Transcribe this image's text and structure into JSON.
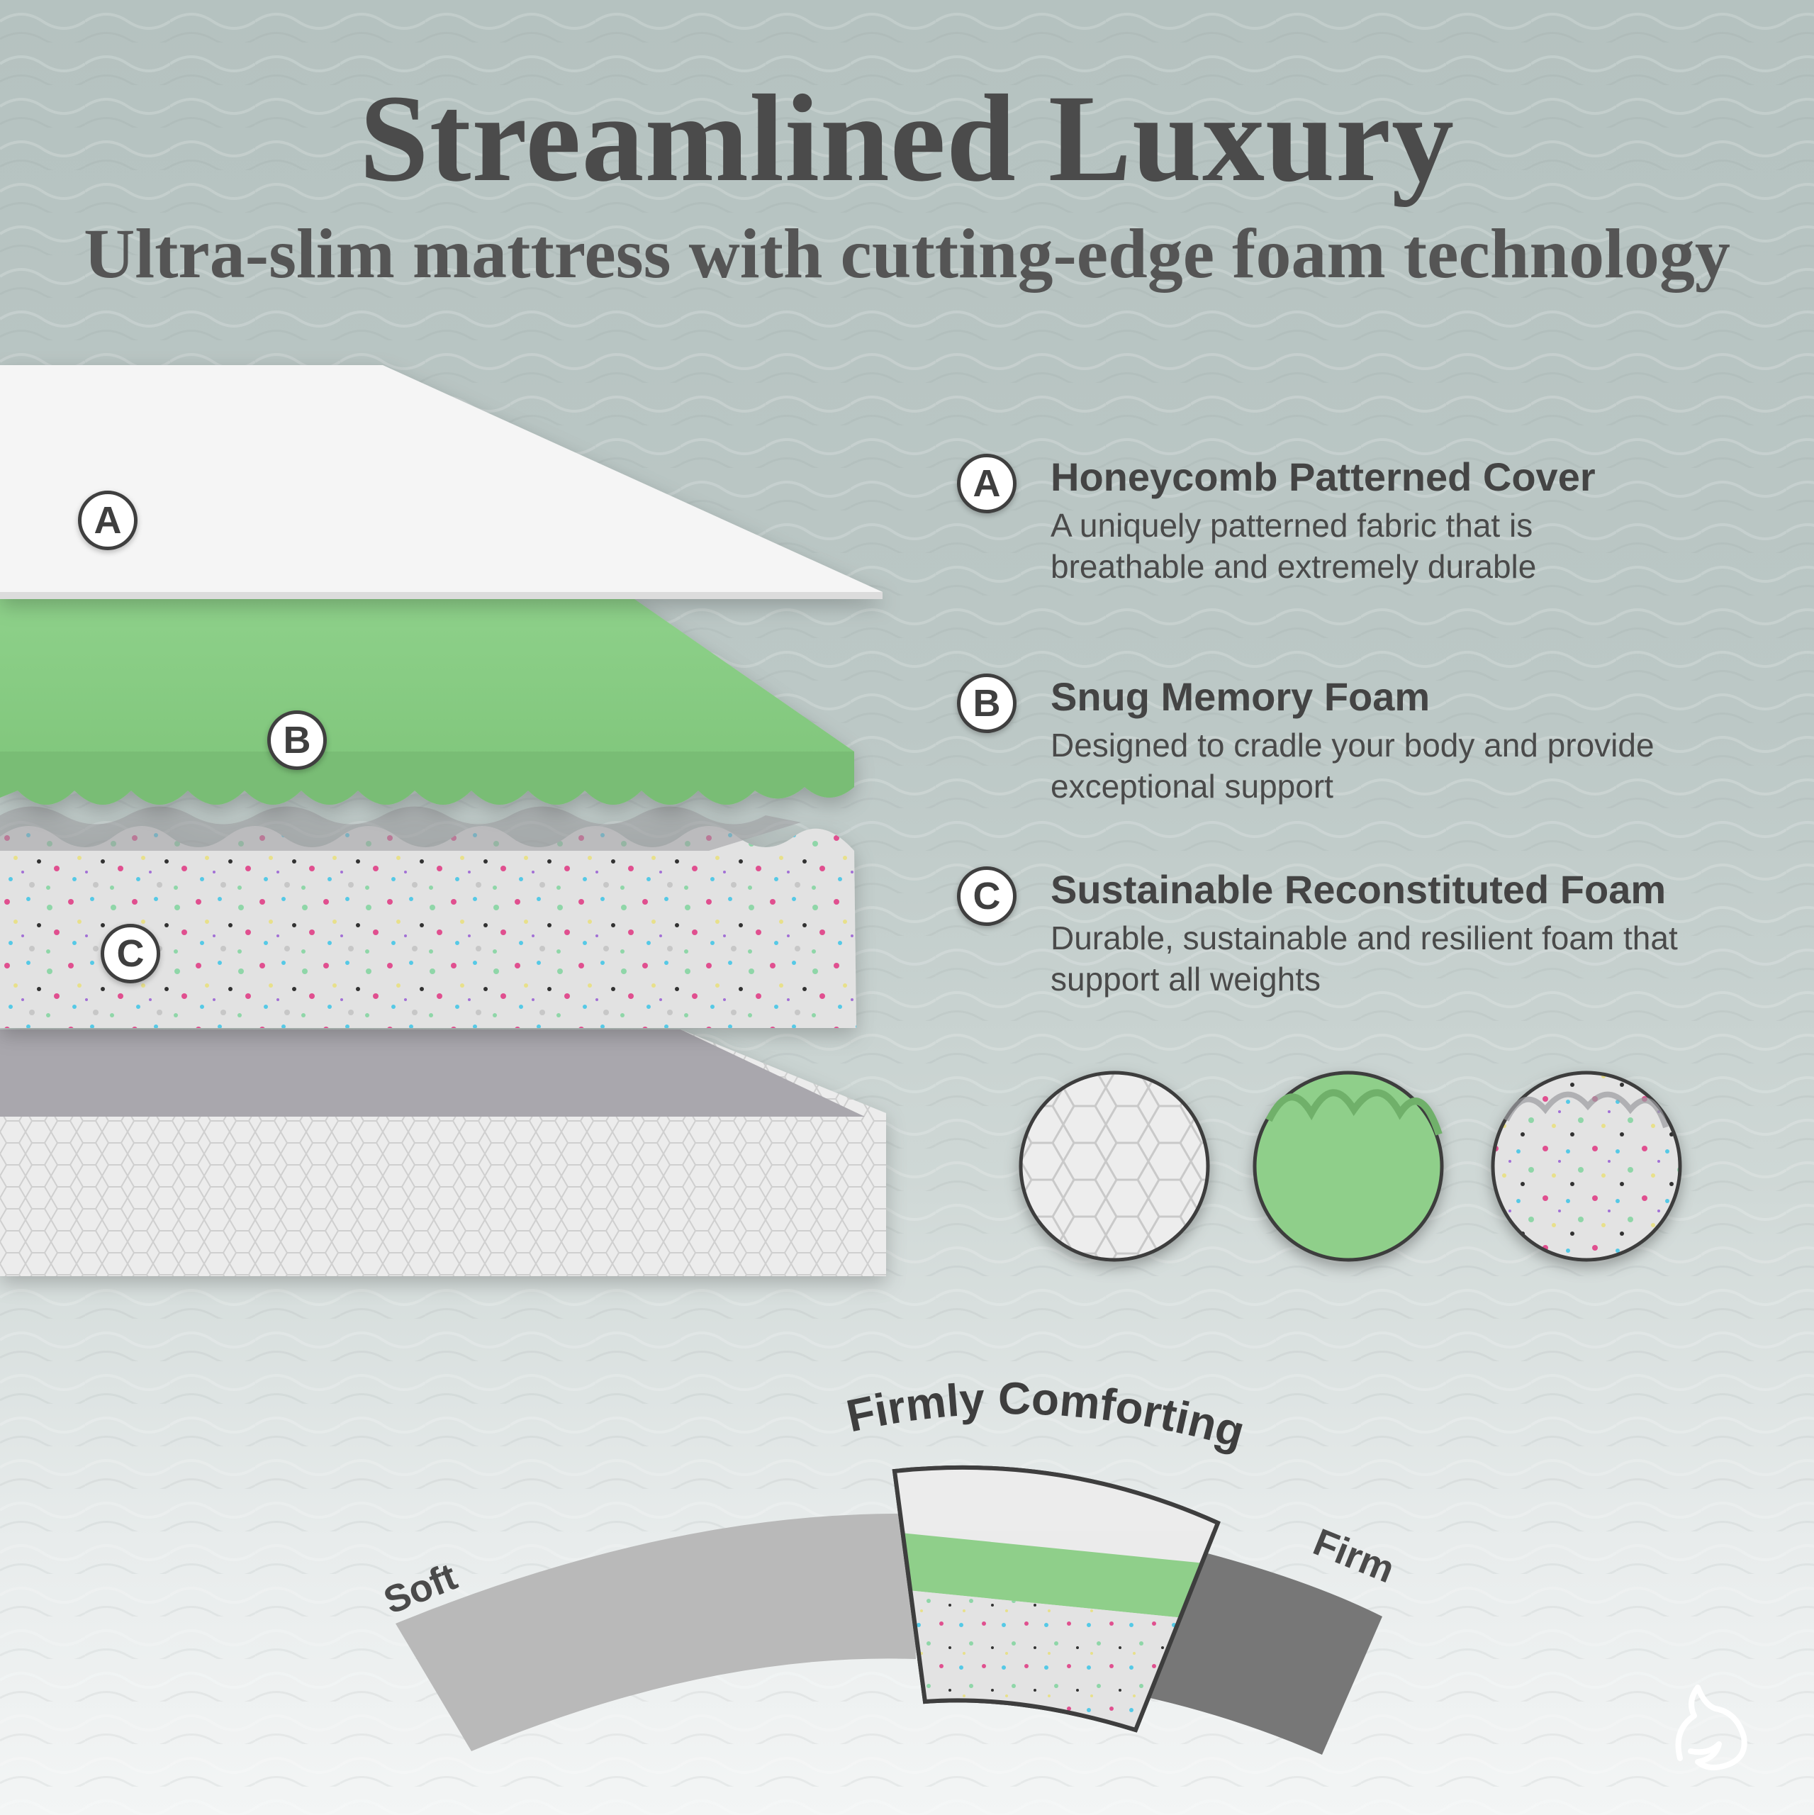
{
  "header": {
    "title": "Streamlined Luxury",
    "subtitle": "Ultra-slim mattress with cutting-edge foam technology"
  },
  "layers": [
    {
      "marker": "A",
      "name": "Honeycomb Patterned Cover",
      "description": "A uniquely patterned fabric that is breathable and extremely durable",
      "color": "#f4f4f4"
    },
    {
      "marker": "B",
      "name": "Snug Memory Foam",
      "description": "Designed to cradle your body and provide exceptional support",
      "color": "#8fcf8a"
    },
    {
      "marker": "C",
      "name": "Sustainable Reconstituted Foam",
      "description": "Durable, sustainable and resilient foam that support all weights",
      "color": "#e4e4e4"
    }
  ],
  "firmness": {
    "label": "Firmly Comforting",
    "soft_label": "Soft",
    "firm_label": "Firm"
  },
  "colors": {
    "title": "#4b4b4b",
    "memory_foam": "#8fcf8a",
    "cover": "#f4f4f4",
    "scale_soft": "#b9b9b9",
    "scale_firm": "#777777"
  },
  "icons": {
    "brand": "fox-logo-icon",
    "swatches": [
      "honeycomb-swatch-icon",
      "memory-foam-swatch-icon",
      "reconstituted-foam-swatch-icon"
    ]
  }
}
